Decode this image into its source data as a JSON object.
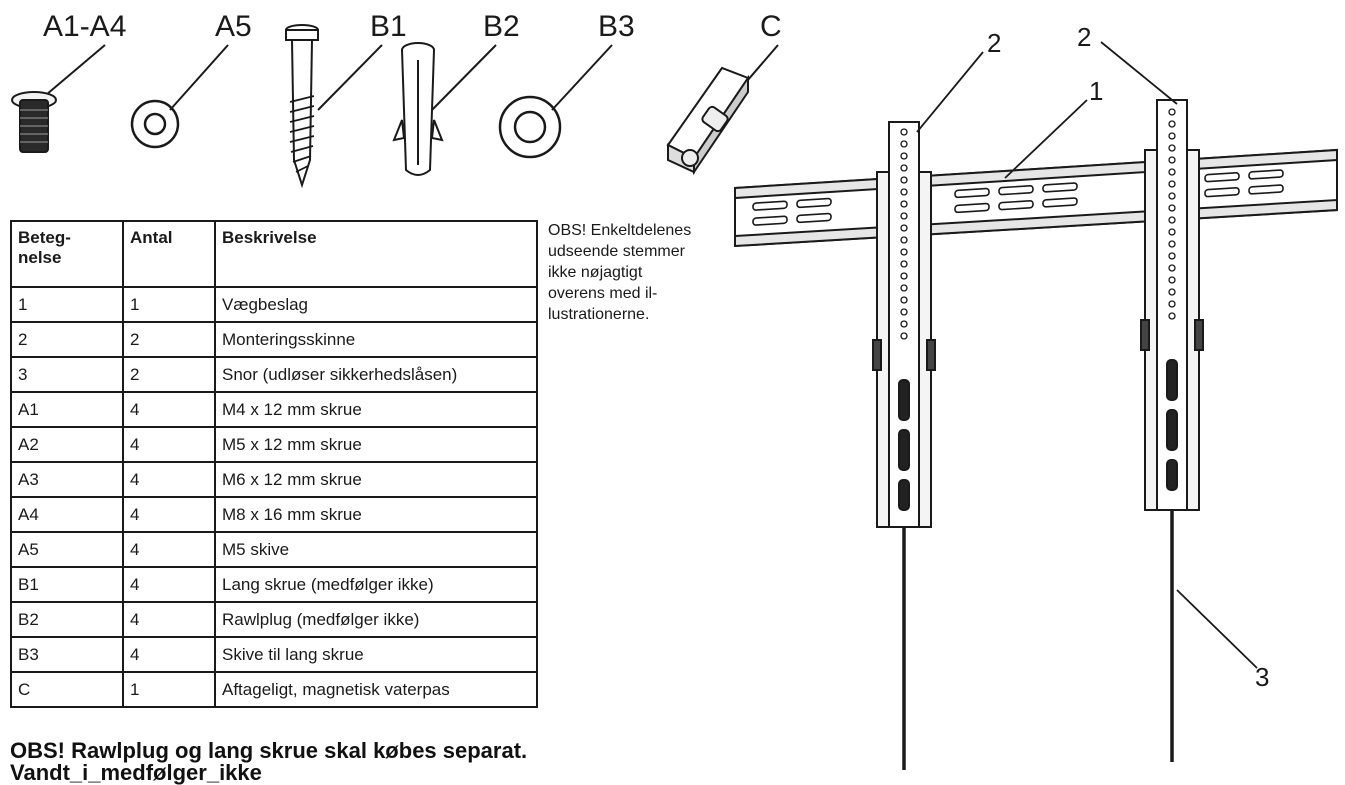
{
  "parts": {
    "labels": [
      "A1-A4",
      "A5",
      "B1",
      "B2",
      "B3",
      "C"
    ]
  },
  "table": {
    "headers": [
      "Beteg-\nnelse",
      "Antal",
      "Beskrivelse"
    ],
    "rows": [
      [
        "1",
        "1",
        "Vægbeslag"
      ],
      [
        "2",
        "2",
        "Monteringsskinne"
      ],
      [
        "3",
        "2",
        "Snor (udløser sikkerhedslåsen)"
      ],
      [
        "A1",
        "4",
        "M4 x 12 mm skrue"
      ],
      [
        "A2",
        "4",
        "M5 x 12 mm skrue"
      ],
      [
        "A3",
        "4",
        "M6 x 12 mm skrue"
      ],
      [
        "A4",
        "4",
        "M8 x 16 mm skrue"
      ],
      [
        "A5",
        "4",
        "M5 skive"
      ],
      [
        "B1",
        "4",
        "Lang skrue (medfølger ikke)"
      ],
      [
        "B2",
        "4",
        "Rawlplug (medfølger ikke)"
      ],
      [
        "B3",
        "4",
        "Skive til lang skrue"
      ],
      [
        "C",
        "1",
        "Aftageligt, magnetisk vaterpas"
      ]
    ]
  },
  "note": "OBS! Enkeltdelenes\nudseende stemmer\nikke nøjagtigt\noverens med il-\nlustrationerne.",
  "warning": {
    "line1": "OBS! Rawlplug og lang skrue skal købes separat.",
    "line2": "Vandt_i_medfølger_ikke"
  },
  "mount": {
    "callouts": [
      "2",
      "2",
      "1",
      "3"
    ]
  }
}
